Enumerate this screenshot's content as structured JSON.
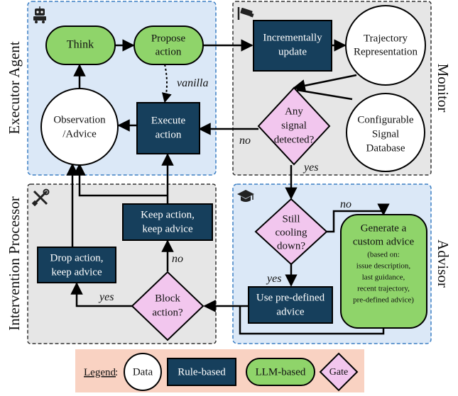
{
  "panels": {
    "executor": "Executor Agent",
    "monitor": "Monitor",
    "intervention": "Intervention Processor",
    "advisor": "Advisor"
  },
  "nodes": {
    "think": "Think",
    "propose_action": [
      "Propose",
      "action"
    ],
    "incrementally_update": [
      "Incrementally",
      "update"
    ],
    "trajectory_representation": [
      "Trajectory",
      "Representation"
    ],
    "observation_advice": [
      "Observation",
      "/Advice"
    ],
    "execute_action": [
      "Execute",
      "action"
    ],
    "any_signal": [
      "Any",
      "signal",
      "detected?"
    ],
    "configurable_signal_db": [
      "Configurable",
      "Signal",
      "Database"
    ],
    "still_cooling": [
      "Still",
      "cooling",
      "down?"
    ],
    "generate_custom_advice": [
      "Generate a",
      "custom advice"
    ],
    "custom_advice_basis": [
      "(based on:",
      "issue description,",
      "last guidance,",
      "recent trajectory,",
      "pre-defined advice)"
    ],
    "keep_action_keep_advice": [
      "Keep action,",
      "keep advice"
    ],
    "drop_action_keep_advice": [
      "Drop action,",
      "keep advice"
    ],
    "block_action": [
      "Block",
      "action?"
    ],
    "use_predefined_advice": [
      "Use pre-defined",
      "advice"
    ]
  },
  "edge_labels": {
    "vanilla": "vanilla",
    "no_signal": "no",
    "yes_signal": "yes",
    "no_cooling": "no",
    "yes_cooling": "yes",
    "no_block": "no",
    "yes_block": "yes"
  },
  "legend": {
    "title": "Legend",
    "data": "Data",
    "rule_based": "Rule-based",
    "llm_based": "LLM-based",
    "gate": "Gate"
  },
  "colors": {
    "executor_bg": "#dbe8f7",
    "advisor_bg": "#dbe8f7",
    "monitor_bg": "#e6e6e6",
    "intervention_bg": "#e6e6e6",
    "rule_based": "#163f5c",
    "llm_based": "#8fd46a",
    "gate": "#f2c6ee",
    "legend_bg": "#f9d2c2"
  },
  "icons": [
    "robot-icon",
    "cctv-camera-icon",
    "tools-icon",
    "graduation-cap-icon"
  ]
}
